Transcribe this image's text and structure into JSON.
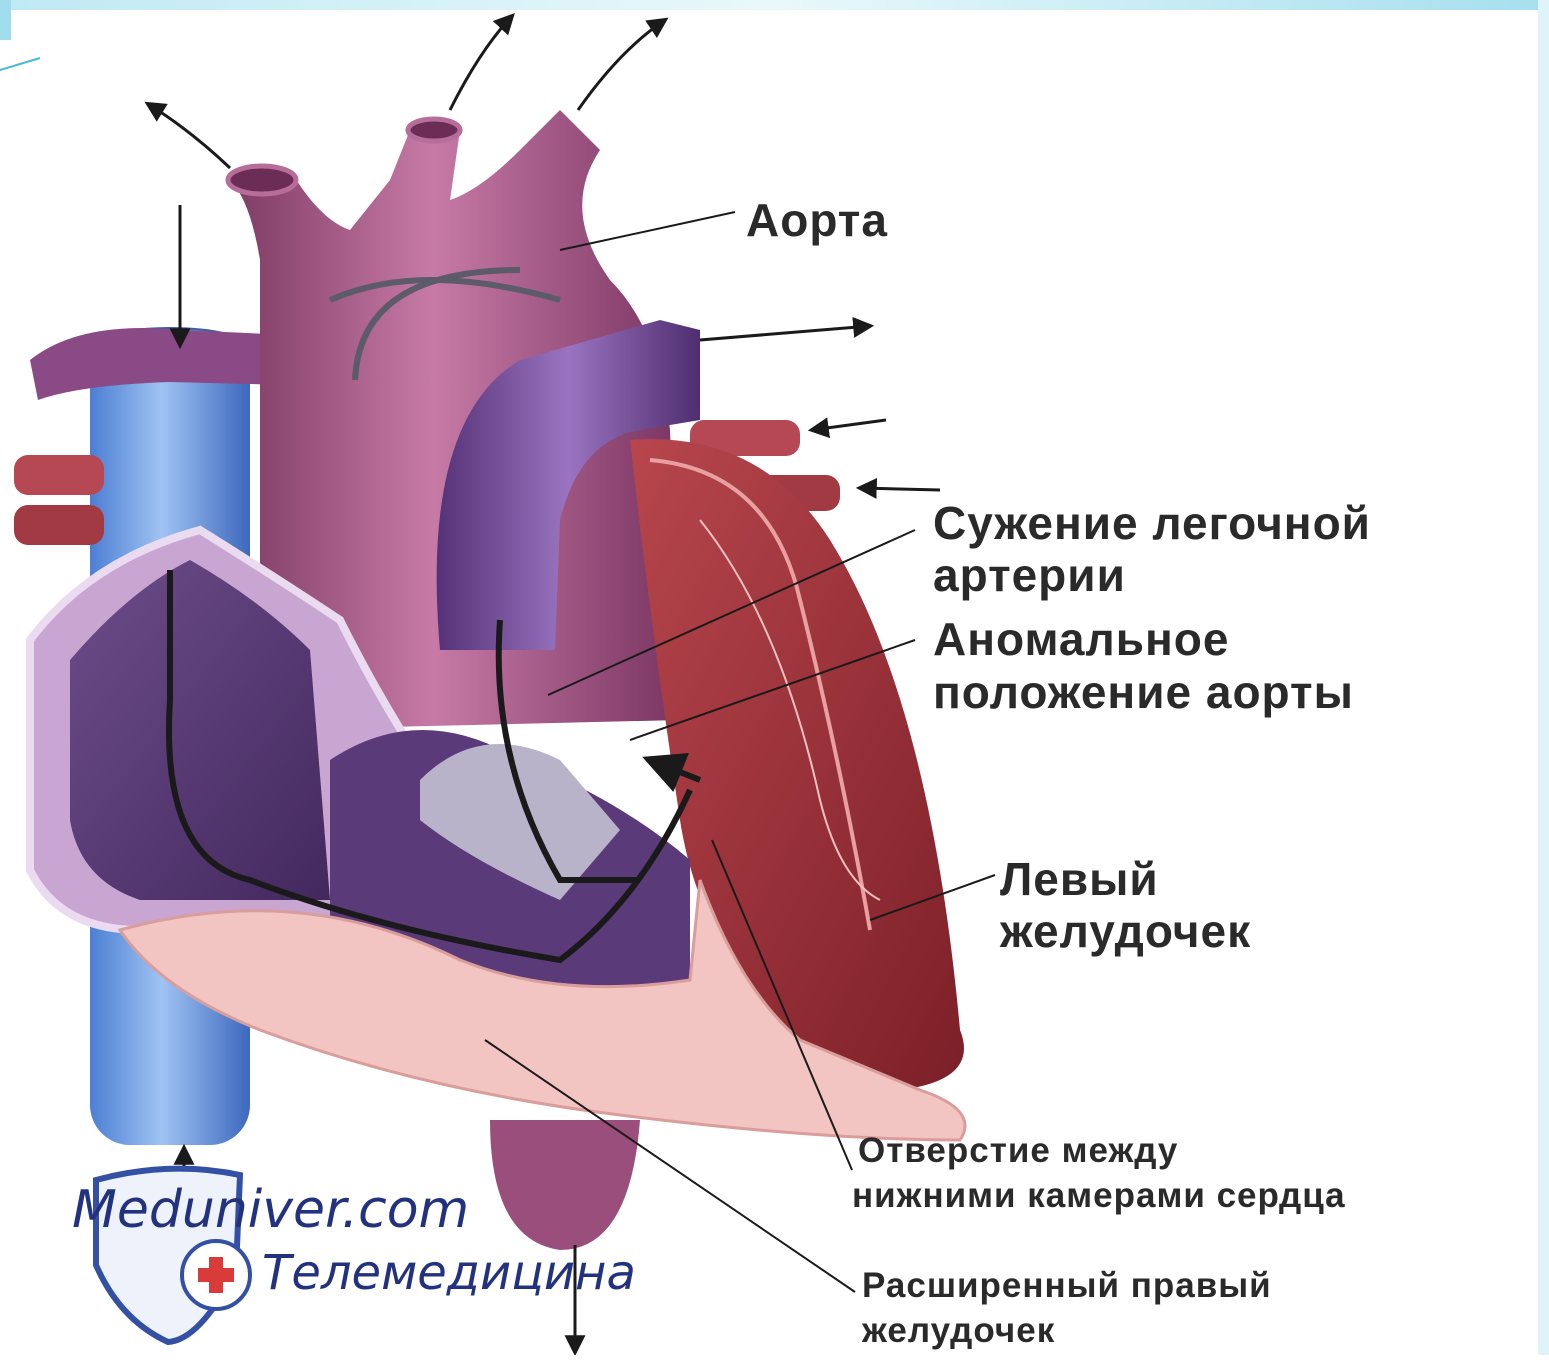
{
  "labels": {
    "aorta": "Аорта",
    "pulmonary_stenosis_line1": "Сужение легочной",
    "pulmonary_stenosis_line2": "артерии",
    "abnormal_aorta_line1": "Аномальное",
    "abnormal_aorta_line2": "положение аорты",
    "left_ventricle_line1": "Левый",
    "left_ventricle_line2": "желудочек",
    "septal_defect_line1": "Отверстие между",
    "septal_defect_line2": "нижними камерами сердца",
    "right_ventricle_line1": "Расширенный правый",
    "right_ventricle_line2": "желудочек"
  },
  "watermark": {
    "site": "Meduniver.com",
    "subtitle": "Телемедицина"
  },
  "colors": {
    "vein_blue": "#6f9ee3",
    "aorta_magenta": "#a0527e",
    "pulmonary_purple": "#7a4f9c",
    "left_ventricle_red": "#a0313a",
    "myocardium_pink": "#f2c4c2",
    "frame_cyan": "#7fd3e6"
  }
}
